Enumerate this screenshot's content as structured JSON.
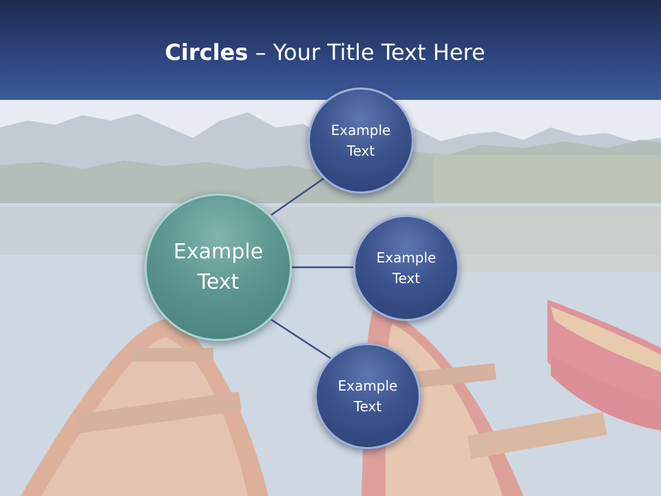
{
  "title": {
    "bold": "Circles",
    "rest": " – Your Title Text Here"
  },
  "diagram": {
    "center": {
      "label": "Example Text"
    },
    "satellites": [
      {
        "label": "Example Text"
      },
      {
        "label": "Example Text"
      },
      {
        "label": "Example Text"
      }
    ]
  },
  "colors": {
    "header": "#2d447c",
    "satellite_fill": "#3c538d",
    "center_fill": "#5c9690",
    "connector": "#3b4e86"
  }
}
